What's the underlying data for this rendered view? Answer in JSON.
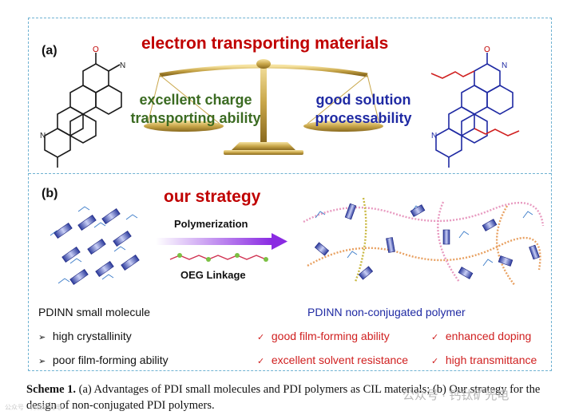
{
  "panel_a": {
    "label": "(a)",
    "heading": "electron transporting materials",
    "left_text_line1": "excellent charge",
    "left_text_line2": "transporting ability",
    "right_text_line1": "good solution",
    "right_text_line2": "processability",
    "colors": {
      "heading": "#c00000",
      "left": "#3b6b22",
      "right": "#1f2aa3",
      "balance": "#c9a74a"
    }
  },
  "panel_b": {
    "label": "(b)",
    "heading": "our strategy",
    "arrow_label_top": "Polymerization",
    "arrow_label_bottom": "OEG Linkage",
    "left_caption": "PDINN small molecule",
    "right_caption": "PDINN non-conjugated polymer",
    "left_bullets": [
      "high crystallinity",
      "poor film-forming ability"
    ],
    "right_bullets": [
      "good film-forming ability",
      "enhanced doping",
      "excellent solvent resistance",
      "high transmittance"
    ],
    "bullet_mark_black": "➢",
    "bullet_mark_red": "✓"
  },
  "caption": {
    "bold": "Scheme 1.",
    "text": " (a) Advantages of PDI small molecules and PDI polymers as CIL materials; (b) Our strategy for the design of non-conjugated PDI polymers."
  },
  "watermark": {
    "text": "公众号 · 钙钛矿光电",
    "small": "公众号 · 钙钛矿光电"
  }
}
